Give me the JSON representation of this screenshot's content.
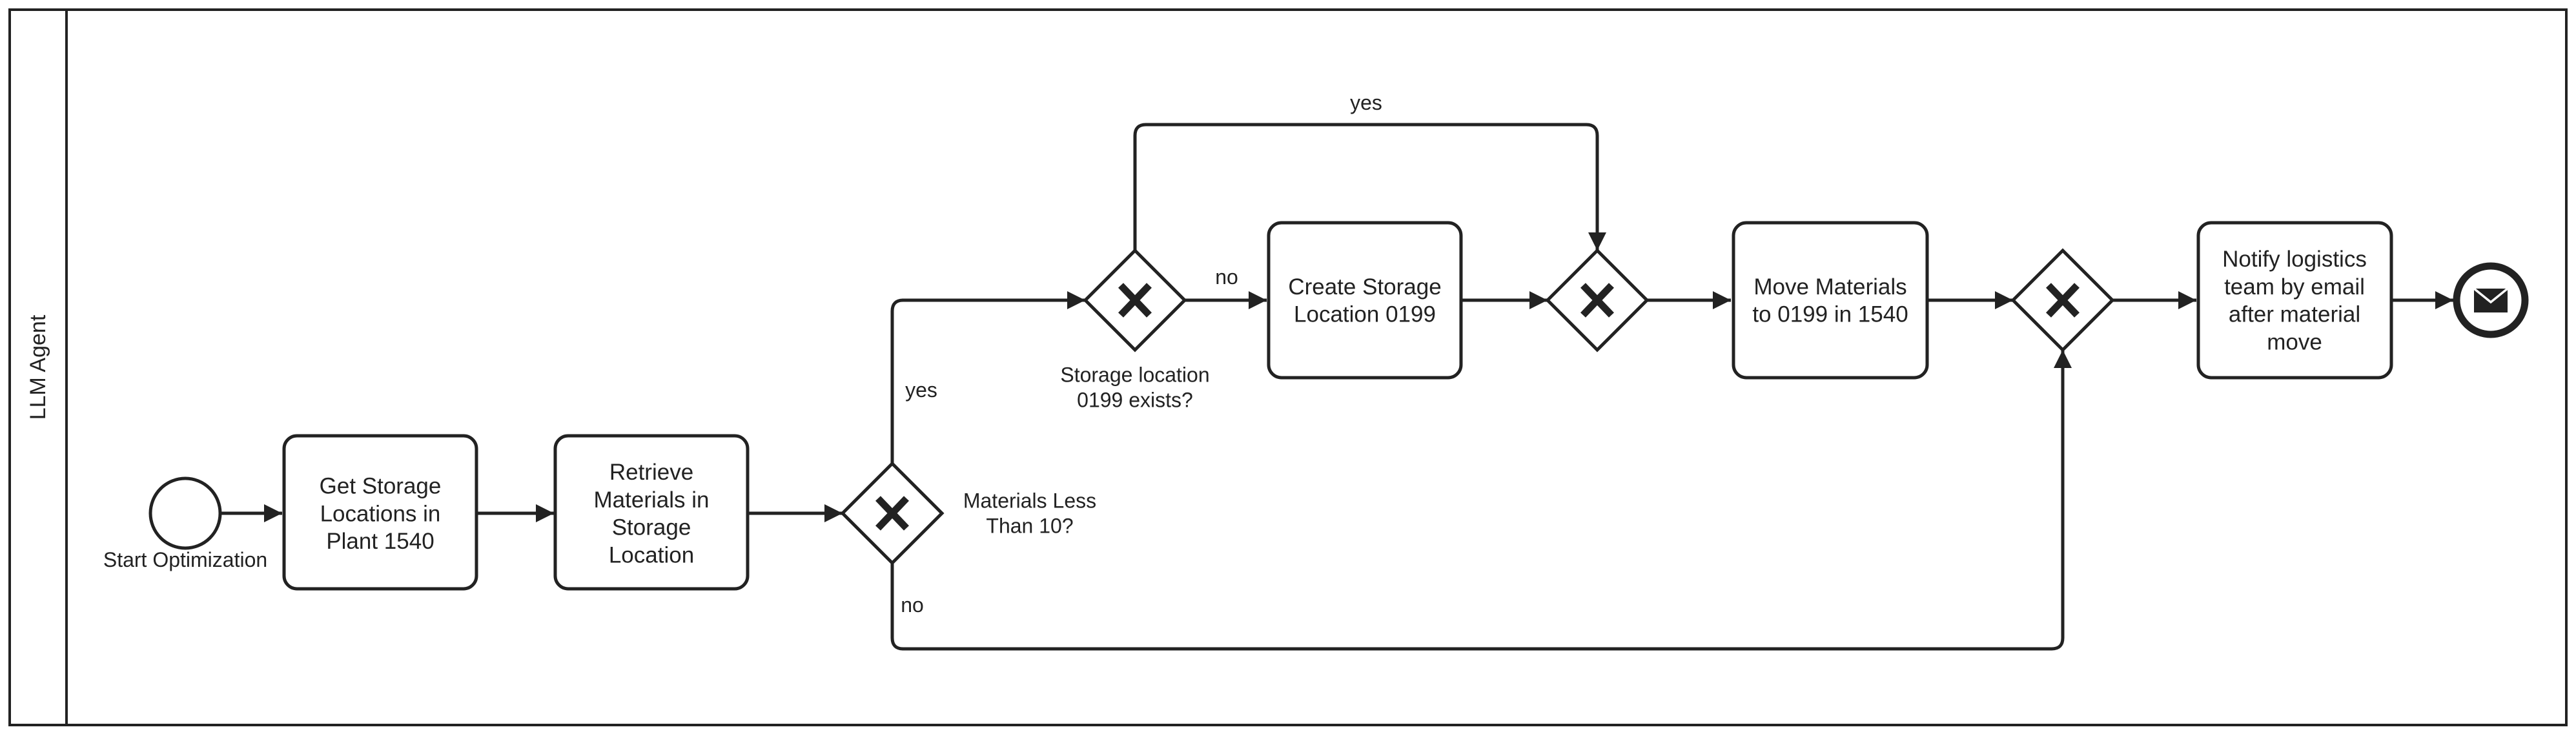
{
  "lane": {
    "label": "LLM Agent"
  },
  "events": {
    "start": {
      "label": "Start Optimization"
    },
    "end": {
      "icon": "envelope-icon"
    }
  },
  "tasks": {
    "get_storage": {
      "lines": [
        "Get Storage",
        "Locations in",
        "Plant 1540"
      ]
    },
    "retrieve": {
      "lines": [
        "Retrieve",
        "Materials in",
        "Storage",
        "Location"
      ]
    },
    "create": {
      "lines": [
        "Create Storage",
        "Location 0199"
      ]
    },
    "move": {
      "lines": [
        "Move Materials",
        "to 0199 in 1540"
      ]
    },
    "notify": {
      "lines": [
        "Notify logistics",
        "team by email",
        "after material",
        "move"
      ]
    }
  },
  "gateways": {
    "materials_less": {
      "lines": [
        "Materials Less",
        "Than 10?"
      ]
    },
    "storage_exists": {
      "lines": [
        "Storage location",
        "0199 exists?"
      ]
    }
  },
  "flow_labels": {
    "yes_top": "yes",
    "no_to_create": "no",
    "yes_from_materials": "yes",
    "no_from_materials": "no"
  },
  "colors": {
    "stroke": "#222222",
    "background": "#ffffff"
  }
}
